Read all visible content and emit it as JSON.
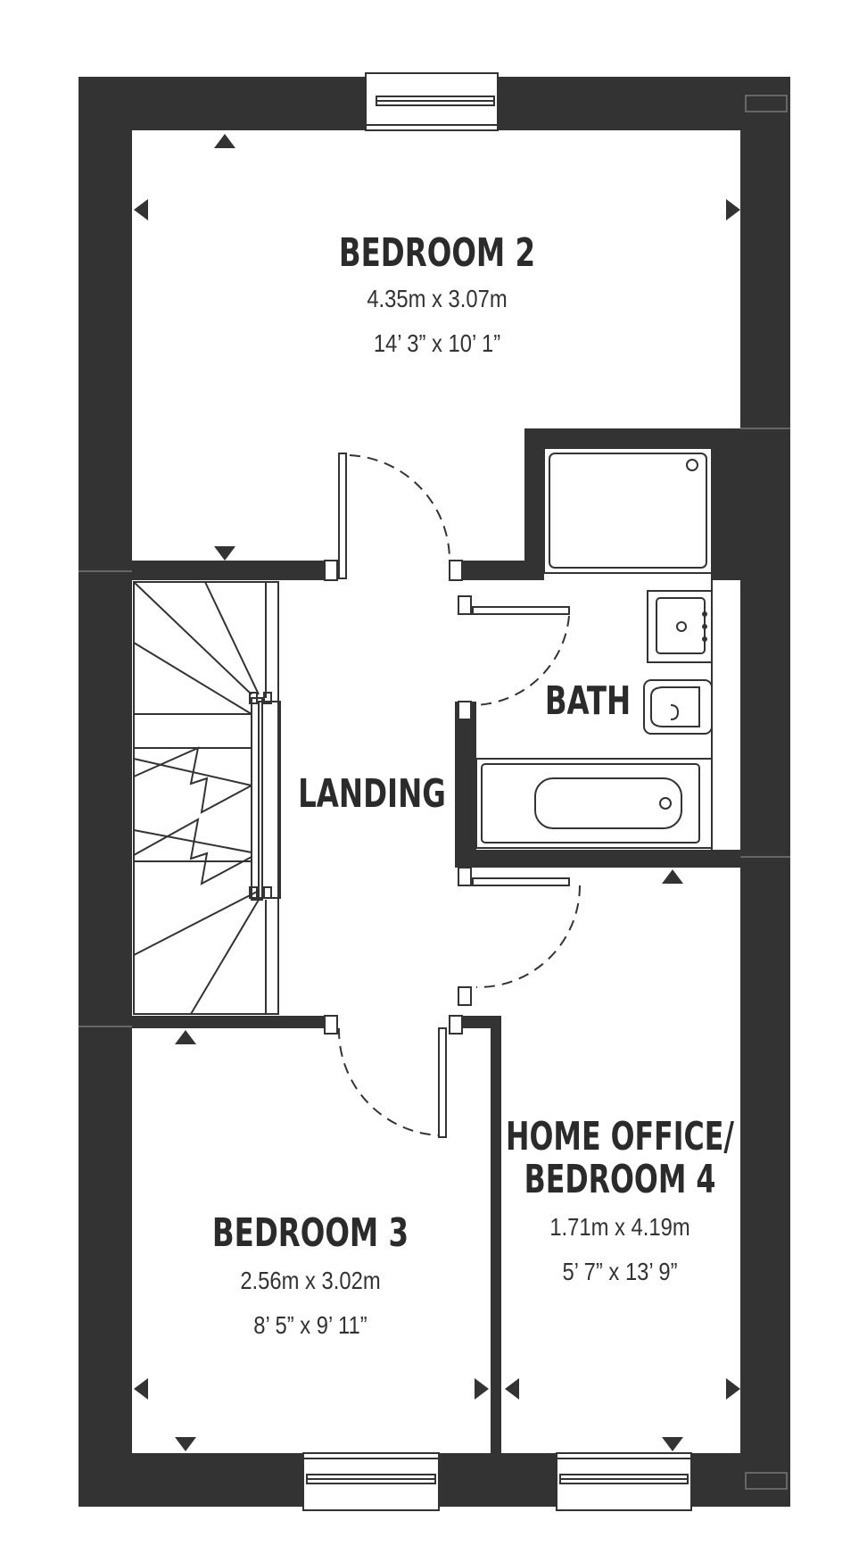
{
  "colors": {
    "wall": "#333333",
    "line": "#333333",
    "background": "#ffffff"
  },
  "rooms": {
    "bedroom2": {
      "name": "BEDROOM 2",
      "metric": "4.35m x 3.07m",
      "imperial": "14’ 3” x 10’ 1”"
    },
    "landing": {
      "name": "LANDING"
    },
    "bath": {
      "name": "BATH"
    },
    "bedroom3": {
      "name": "BEDROOM 3",
      "metric": "2.56m x 3.02m",
      "imperial": "8’ 5” x 9’ 11”"
    },
    "office": {
      "name_line1": "HOME OFFICE/",
      "name_line2": "BEDROOM 4",
      "metric": "1.71m x 4.19m",
      "imperial": "5’ 7” x 13’ 9”"
    }
  }
}
